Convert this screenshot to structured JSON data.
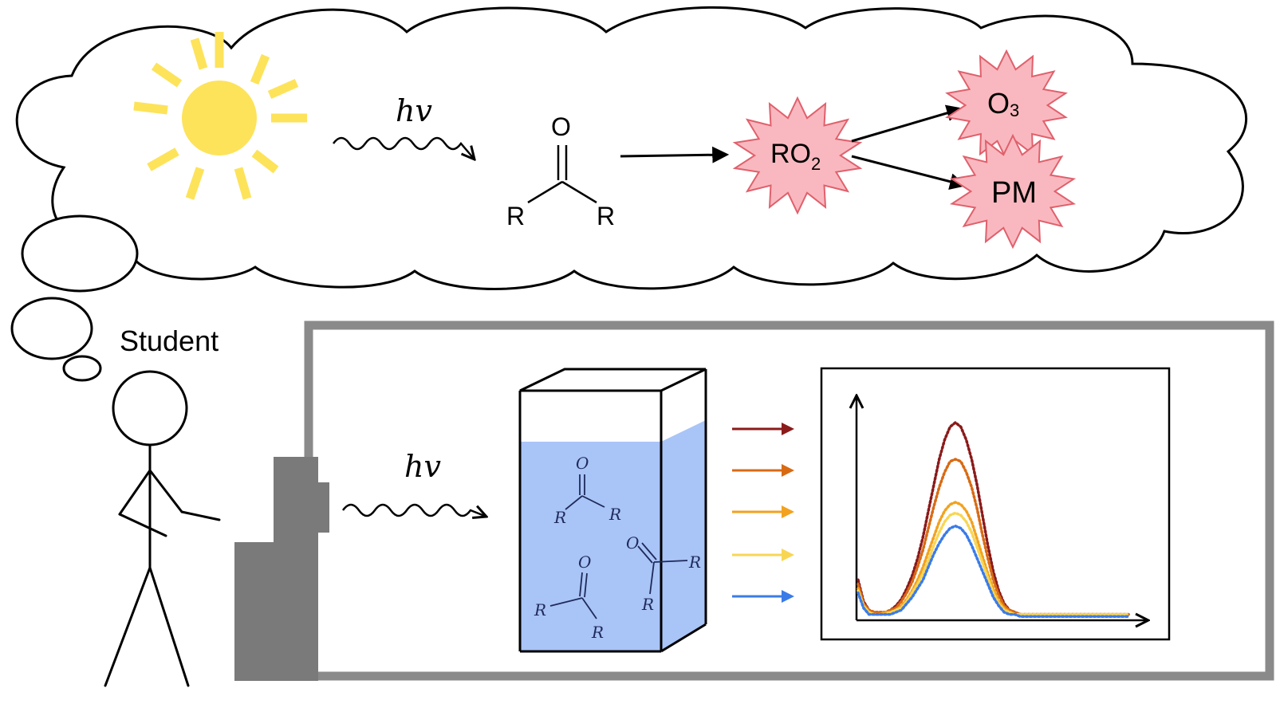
{
  "cloud": {
    "photon_label": "hv",
    "carbonyl": {
      "o": "O",
      "r_left": "R",
      "r_right": "R"
    },
    "radical": {
      "text": "RO",
      "sub": "2"
    },
    "ozone": {
      "text": "O",
      "sub": "3"
    },
    "pm": "PM"
  },
  "student": {
    "label": "Student"
  },
  "lab": {
    "photon_label": "hv",
    "molecules": [
      {
        "o": "O",
        "r1": "R",
        "r2": "R"
      },
      {
        "o": "O",
        "r1": "R",
        "r2": "R"
      },
      {
        "o": "O",
        "r1": "R",
        "r2": "R"
      }
    ]
  },
  "colors": {
    "sun": "#fde35a",
    "burst_fill": "#f9b8bf",
    "burst_stroke": "#e0606c",
    "water": "#a9c4f7",
    "instrument": "#7a7a7a",
    "series": [
      "#8b1a1a",
      "#d86a14",
      "#f2a21e",
      "#f8d654",
      "#3a7be8"
    ]
  },
  "chart_data": {
    "type": "line",
    "xlabel": "",
    "ylabel": "",
    "x": [
      0,
      2,
      4,
      6,
      8,
      10,
      12,
      14,
      16,
      18,
      20,
      22,
      24,
      26,
      28,
      30,
      32,
      34,
      36,
      38,
      40,
      42,
      44,
      46,
      48,
      50,
      52,
      54,
      56,
      58,
      60,
      62,
      64,
      66,
      68,
      70,
      72,
      74,
      76,
      78,
      80,
      82,
      84,
      86,
      88,
      90,
      92,
      94,
      96,
      98,
      100
    ],
    "series": [
      {
        "values": [
          18,
          8,
          4,
          3,
          3,
          3,
          4,
          6,
          9,
          14,
          20,
          28,
          38,
          50,
          62,
          74,
          83,
          89,
          91,
          89,
          83,
          74,
          62,
          48,
          34,
          22,
          13,
          7,
          4,
          3,
          2,
          2,
          2,
          2,
          2,
          2,
          2,
          2,
          2,
          2,
          2,
          2,
          2,
          2,
          2,
          2,
          2,
          2,
          2,
          2,
          2
        ]
      },
      {
        "values": [
          16,
          7,
          4,
          3,
          3,
          3,
          4,
          5,
          8,
          12,
          17,
          24,
          32,
          42,
          52,
          61,
          68,
          73,
          74,
          73,
          68,
          61,
          51,
          39,
          28,
          18,
          11,
          6,
          4,
          3,
          2,
          2,
          2,
          2,
          2,
          2,
          2,
          2,
          2,
          2,
          2,
          2,
          2,
          2,
          2,
          2,
          2,
          2,
          2,
          2,
          2
        ]
      },
      {
        "values": [
          14,
          6,
          3,
          2,
          2,
          3,
          3,
          4,
          6,
          9,
          13,
          18,
          24,
          31,
          38,
          45,
          50,
          53,
          54,
          53,
          50,
          45,
          37,
          29,
          21,
          14,
          8,
          5,
          3,
          2,
          2,
          2,
          2,
          2,
          2,
          2,
          2,
          2,
          2,
          2,
          2,
          2,
          2,
          2,
          2,
          2,
          2,
          2,
          2,
          2,
          2
        ]
      },
      {
        "values": [
          13,
          6,
          3,
          2,
          2,
          2,
          3,
          4,
          5,
          8,
          12,
          16,
          21,
          27,
          34,
          40,
          45,
          48,
          49,
          48,
          45,
          40,
          33,
          26,
          19,
          12,
          7,
          4,
          3,
          2,
          2,
          2,
          2,
          2,
          2,
          2,
          2,
          2,
          2,
          2,
          2,
          2,
          2,
          2,
          2,
          2,
          2,
          2,
          2,
          2,
          2
        ]
      },
      {
        "values": [
          12,
          5,
          2,
          2,
          2,
          2,
          2,
          3,
          4,
          7,
          10,
          14,
          18,
          24,
          30,
          35,
          39,
          42,
          43,
          42,
          39,
          34,
          28,
          22,
          16,
          10,
          6,
          3,
          2,
          2,
          1,
          1,
          1,
          1,
          1,
          1,
          1,
          1,
          1,
          1,
          1,
          1,
          1,
          1,
          1,
          1,
          1,
          1,
          1,
          1,
          1
        ]
      }
    ]
  }
}
